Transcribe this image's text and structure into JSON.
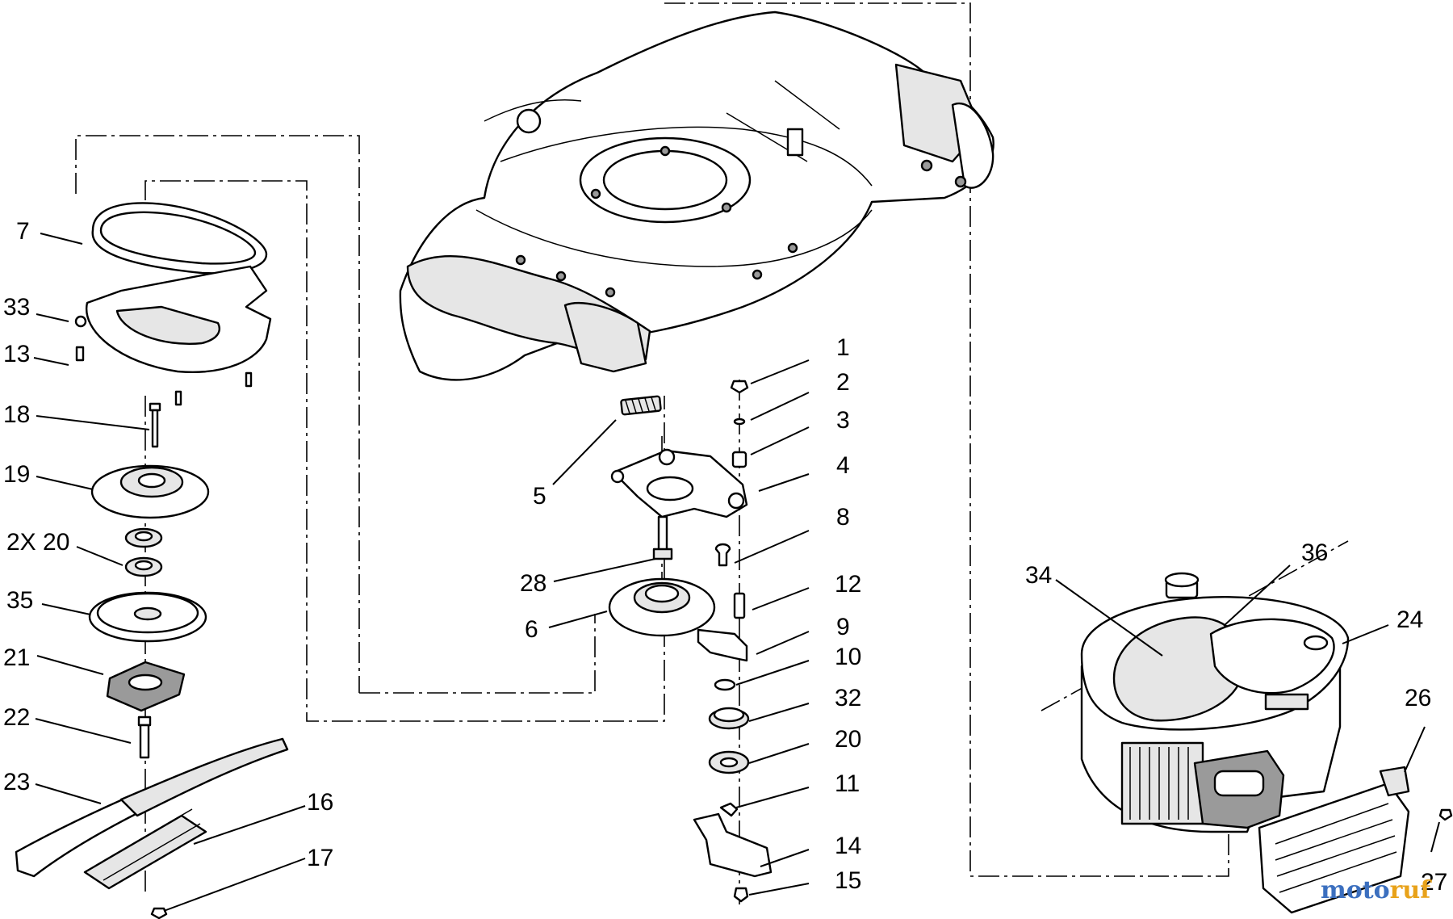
{
  "callouts": {
    "c1": "1",
    "c2": "2",
    "c3": "3",
    "c4": "4",
    "c5": "5",
    "c6": "6",
    "c7": "7",
    "c8": "8",
    "c9": "9",
    "c10": "10",
    "c11": "11",
    "c12": "12",
    "c13": "13",
    "c14": "14",
    "c15": "15",
    "c16": "16",
    "c17": "17",
    "c18": "18",
    "c19": "19",
    "c20a": "2X 20",
    "c20b": "20",
    "c21": "21",
    "c22": "22",
    "c23": "23",
    "c24": "24",
    "c26": "26",
    "c27": "27",
    "c28": "28",
    "c32": "32",
    "c33": "33",
    "c34": "34",
    "c35": "35",
    "c36": "36"
  },
  "watermark": {
    "part1": "moto",
    "part2": "ruf"
  }
}
